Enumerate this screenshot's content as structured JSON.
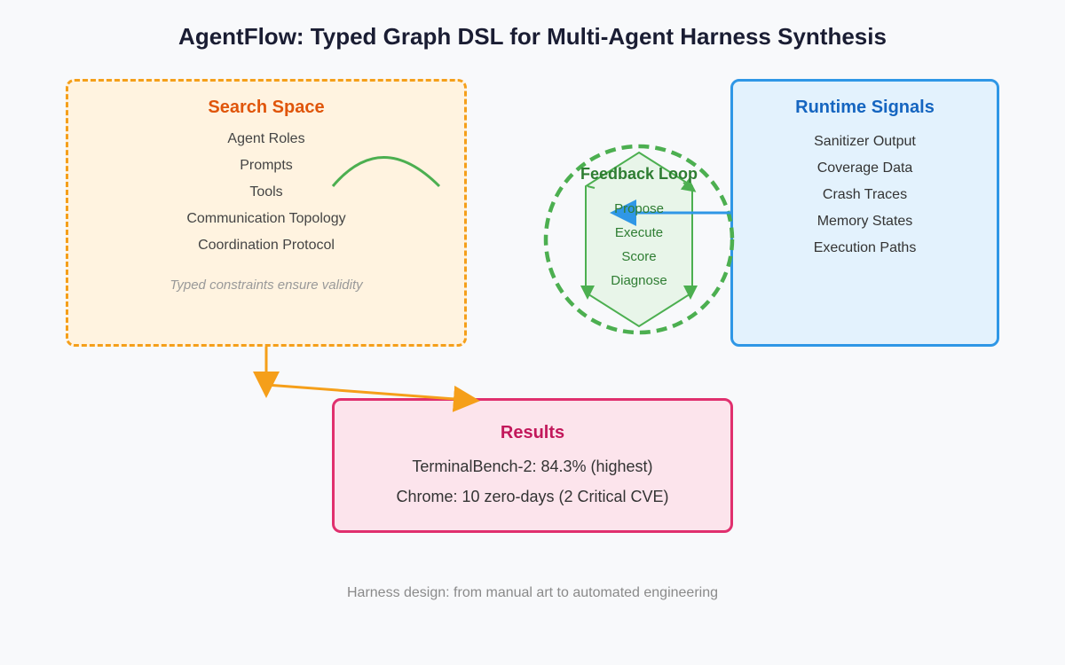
{
  "title": "AgentFlow: Typed Graph DSL for Multi-Agent Harness Synthesis",
  "search_space": {
    "heading": "Search Space",
    "items": [
      "Agent Roles",
      "Prompts",
      "Tools",
      "Communication Topology",
      "Coordination Protocol"
    ],
    "note": "Typed constraints ensure validity"
  },
  "feedback_loop": {
    "heading": "Feedback Loop",
    "steps": [
      "Propose",
      "Execute",
      "Score",
      "Diagnose"
    ]
  },
  "runtime_signals": {
    "heading": "Runtime Signals",
    "items": [
      "Sanitizer Output",
      "Coverage Data",
      "Crash Traces",
      "Memory States",
      "Execution Paths"
    ]
  },
  "results": {
    "heading": "Results",
    "items": [
      "TerminalBench-2: 84.3% (highest)",
      "Chrome: 10 zero-days (2 Critical CVE)"
    ]
  },
  "footer": "Harness design: from manual art to automated engineering",
  "colors": {
    "search_border": "#f59f1a",
    "runtime_border": "#2f97e6",
    "results_border": "#e0306e",
    "loop_green": "#4caf50"
  }
}
